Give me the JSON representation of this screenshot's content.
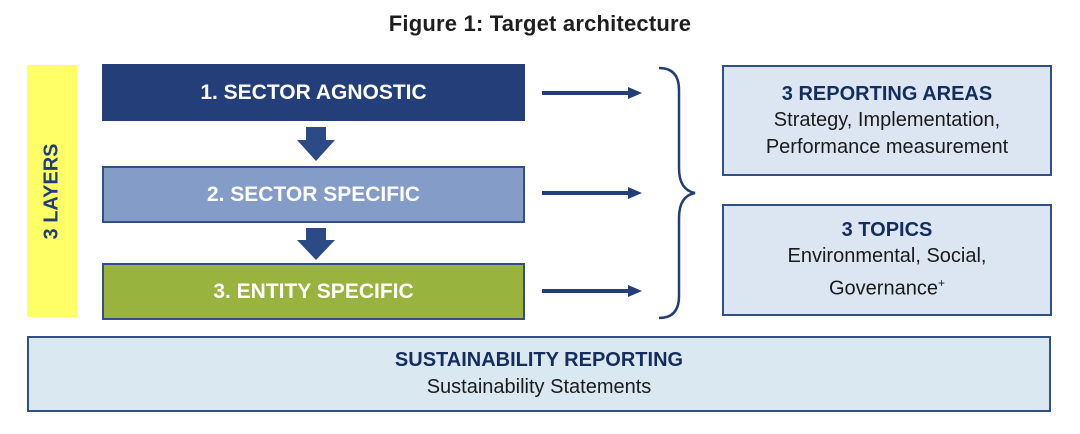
{
  "title": "Figure 1: Target architecture",
  "layers_label": "3 LAYERS",
  "layers": [
    {
      "label": "1. SECTOR AGNOSTIC"
    },
    {
      "label": "2.  SECTOR SPECIFIC"
    },
    {
      "label": "3. ENTITY SPECIFIC"
    }
  ],
  "reporting_areas": {
    "heading": "3 REPORTING AREAS",
    "line1": "Strategy, Implementation,",
    "line2": "Performance measurement"
  },
  "topics": {
    "heading": "3 TOPICS",
    "line1": "Environmental, Social,",
    "line2": "Governance",
    "line2_sup": "+"
  },
  "sustainability": {
    "heading": "SUSTAINABILITY REPORTING",
    "line": "Sustainability Statements"
  },
  "colors": {
    "dark_blue": "#233e78",
    "light_blue": "#839cc8",
    "green": "#98b43f",
    "yellow": "#ffff66",
    "box_fill": "#dce6f3",
    "bottom_fill": "#dae9f1"
  }
}
